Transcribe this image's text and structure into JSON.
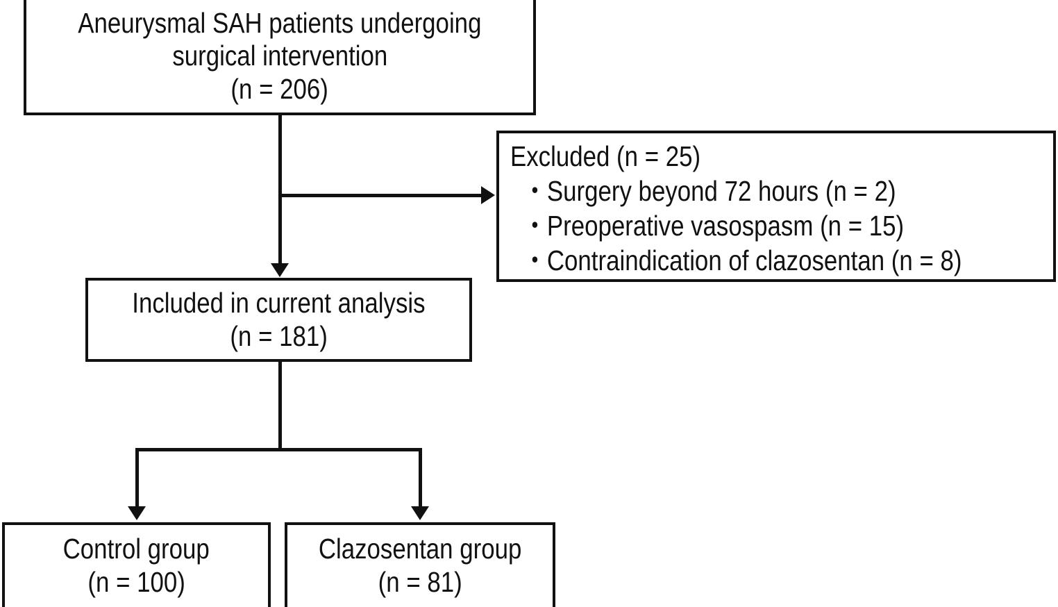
{
  "figure": {
    "type": "flowchart",
    "orientation": "top-down",
    "title": "Aneurysmal SAH clazosentan study enrollment flow"
  },
  "nodes": {
    "enrolled": {
      "id": "enrolled",
      "line1": "Aneurysmal SAH patients undergoing",
      "line2": "surgical intervention",
      "line3": "(n = 206)",
      "n": 206
    },
    "excluded": {
      "id": "excluded",
      "heading": "Excluded (n = 25)",
      "n": 25,
      "bullet_glyph": "・",
      "reasons": [
        {
          "label": "Surgery beyond 72 hours (n = 2)",
          "n": 2
        },
        {
          "label": "Preoperative vasospasm (n = 15)",
          "n": 15
        },
        {
          "label": "Contraindication of clazosentan (n = 8)",
          "n": 8
        }
      ]
    },
    "included": {
      "id": "included",
      "line1": "Included in current analysis",
      "line2": "(n = 181)",
      "n": 181
    },
    "control": {
      "id": "control",
      "line1": "Control group",
      "line2": "(n = 100)",
      "n": 100
    },
    "clazosentan": {
      "id": "clazosentan",
      "line1": "Clazosentan group",
      "line2": "(n = 81)",
      "n": 81
    }
  },
  "colors": {
    "stroke": "#111111",
    "background": "#ffffff",
    "text": "#111111"
  }
}
